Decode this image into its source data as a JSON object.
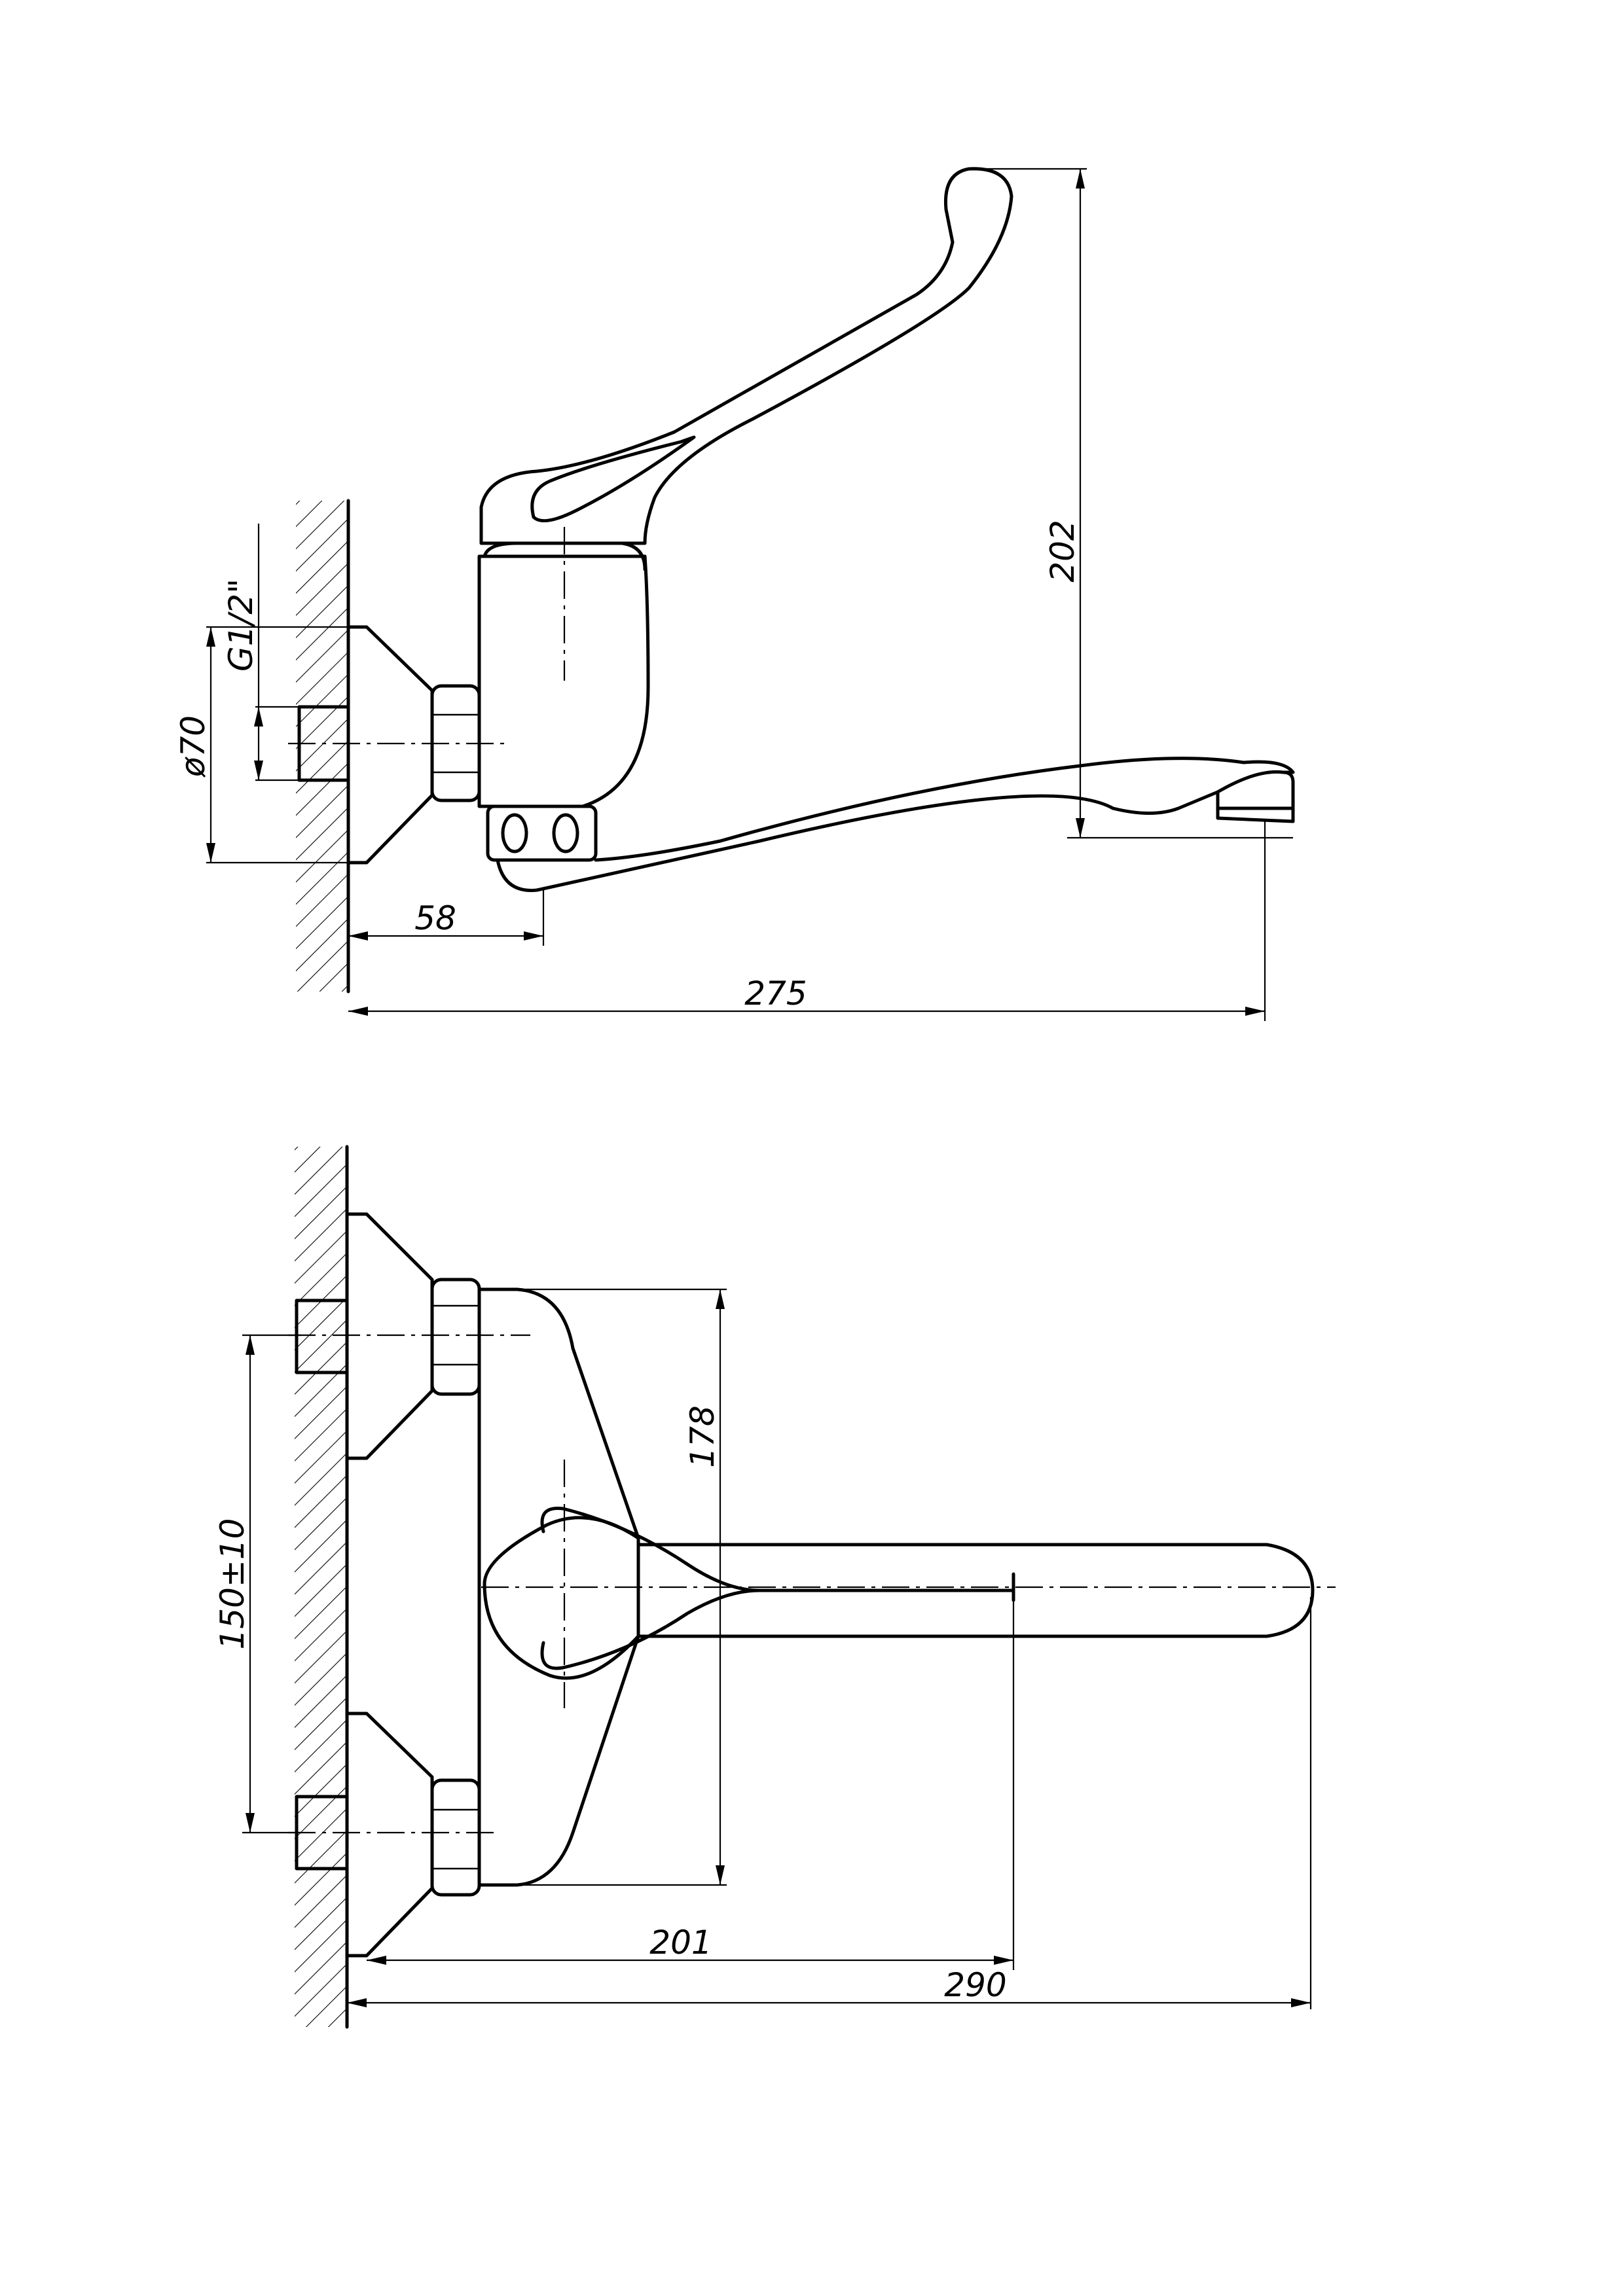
{
  "side_view": {
    "dims": {
      "height": "202",
      "width_total": "275",
      "wall_to_spout": "58",
      "flange_diameter": "ø70",
      "thread": "G1/2\""
    }
  },
  "top_view": {
    "dims": {
      "body_height": "178",
      "inlet_spacing": "150±10",
      "to_handle": "201",
      "width_total": "290"
    }
  }
}
